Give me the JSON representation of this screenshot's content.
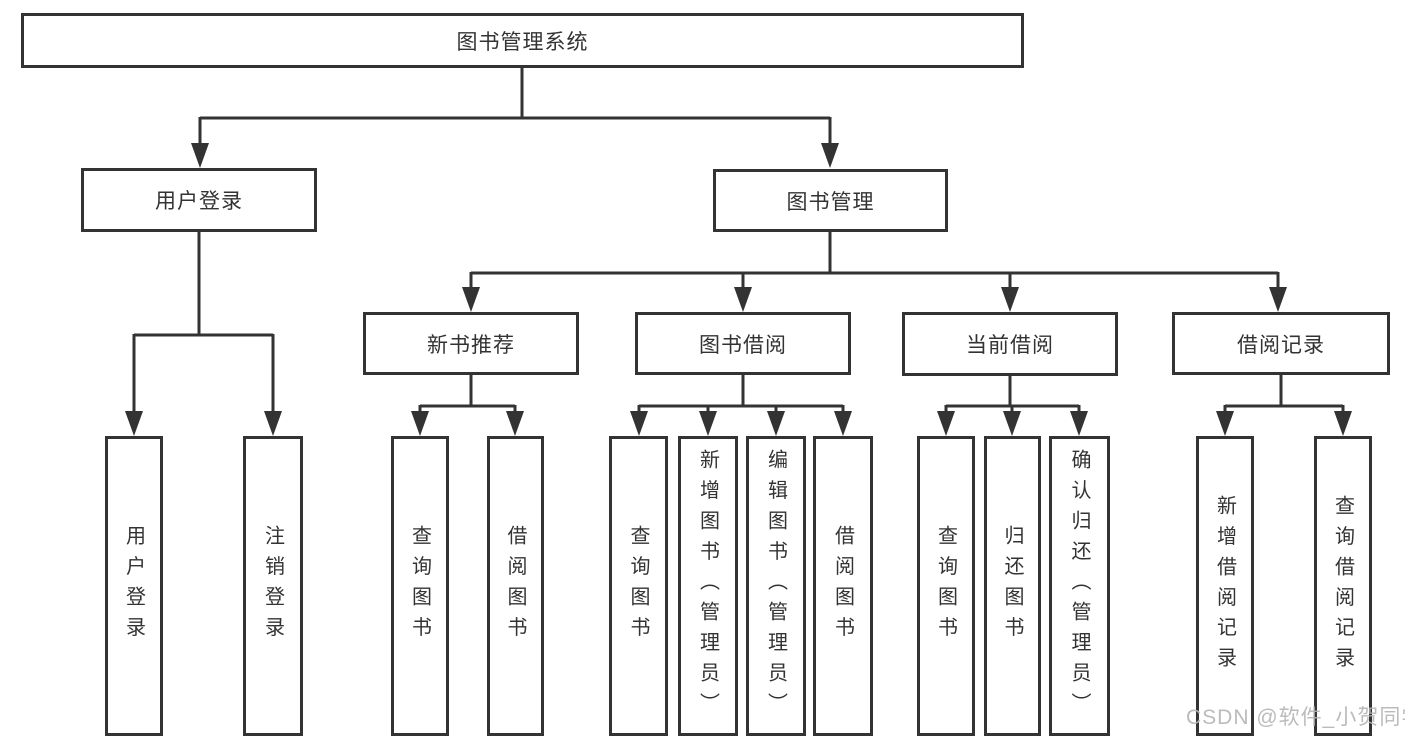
{
  "diagram": {
    "colors": {
      "line": "#333333",
      "text": "#333333",
      "box_fill": "#ffffff",
      "watermark": "#b4b4b4"
    },
    "root": {
      "label": "图书管理系统"
    },
    "level2": [
      {
        "label": "用户登录"
      },
      {
        "label": "图书管理"
      }
    ],
    "level3": [
      {
        "label": "新书推荐"
      },
      {
        "label": "图书借阅"
      },
      {
        "label": "当前借阅"
      },
      {
        "label": "借阅记录"
      }
    ],
    "leaves": {
      "user": [
        "用户登录",
        "注销登录"
      ],
      "recommend": [
        "查询图书",
        "借阅图书"
      ],
      "borrow": [
        "查询图书",
        "新增图书（管理员）",
        "编辑图书（管理员）",
        "借阅图书"
      ],
      "current": [
        "查询图书",
        "归还图书",
        "确认归还（管理员）"
      ],
      "records": [
        "新增借阅记录",
        "查询借阅记录"
      ]
    }
  },
  "watermark": {
    "text": "CSDN @软件_小贺同学"
  }
}
